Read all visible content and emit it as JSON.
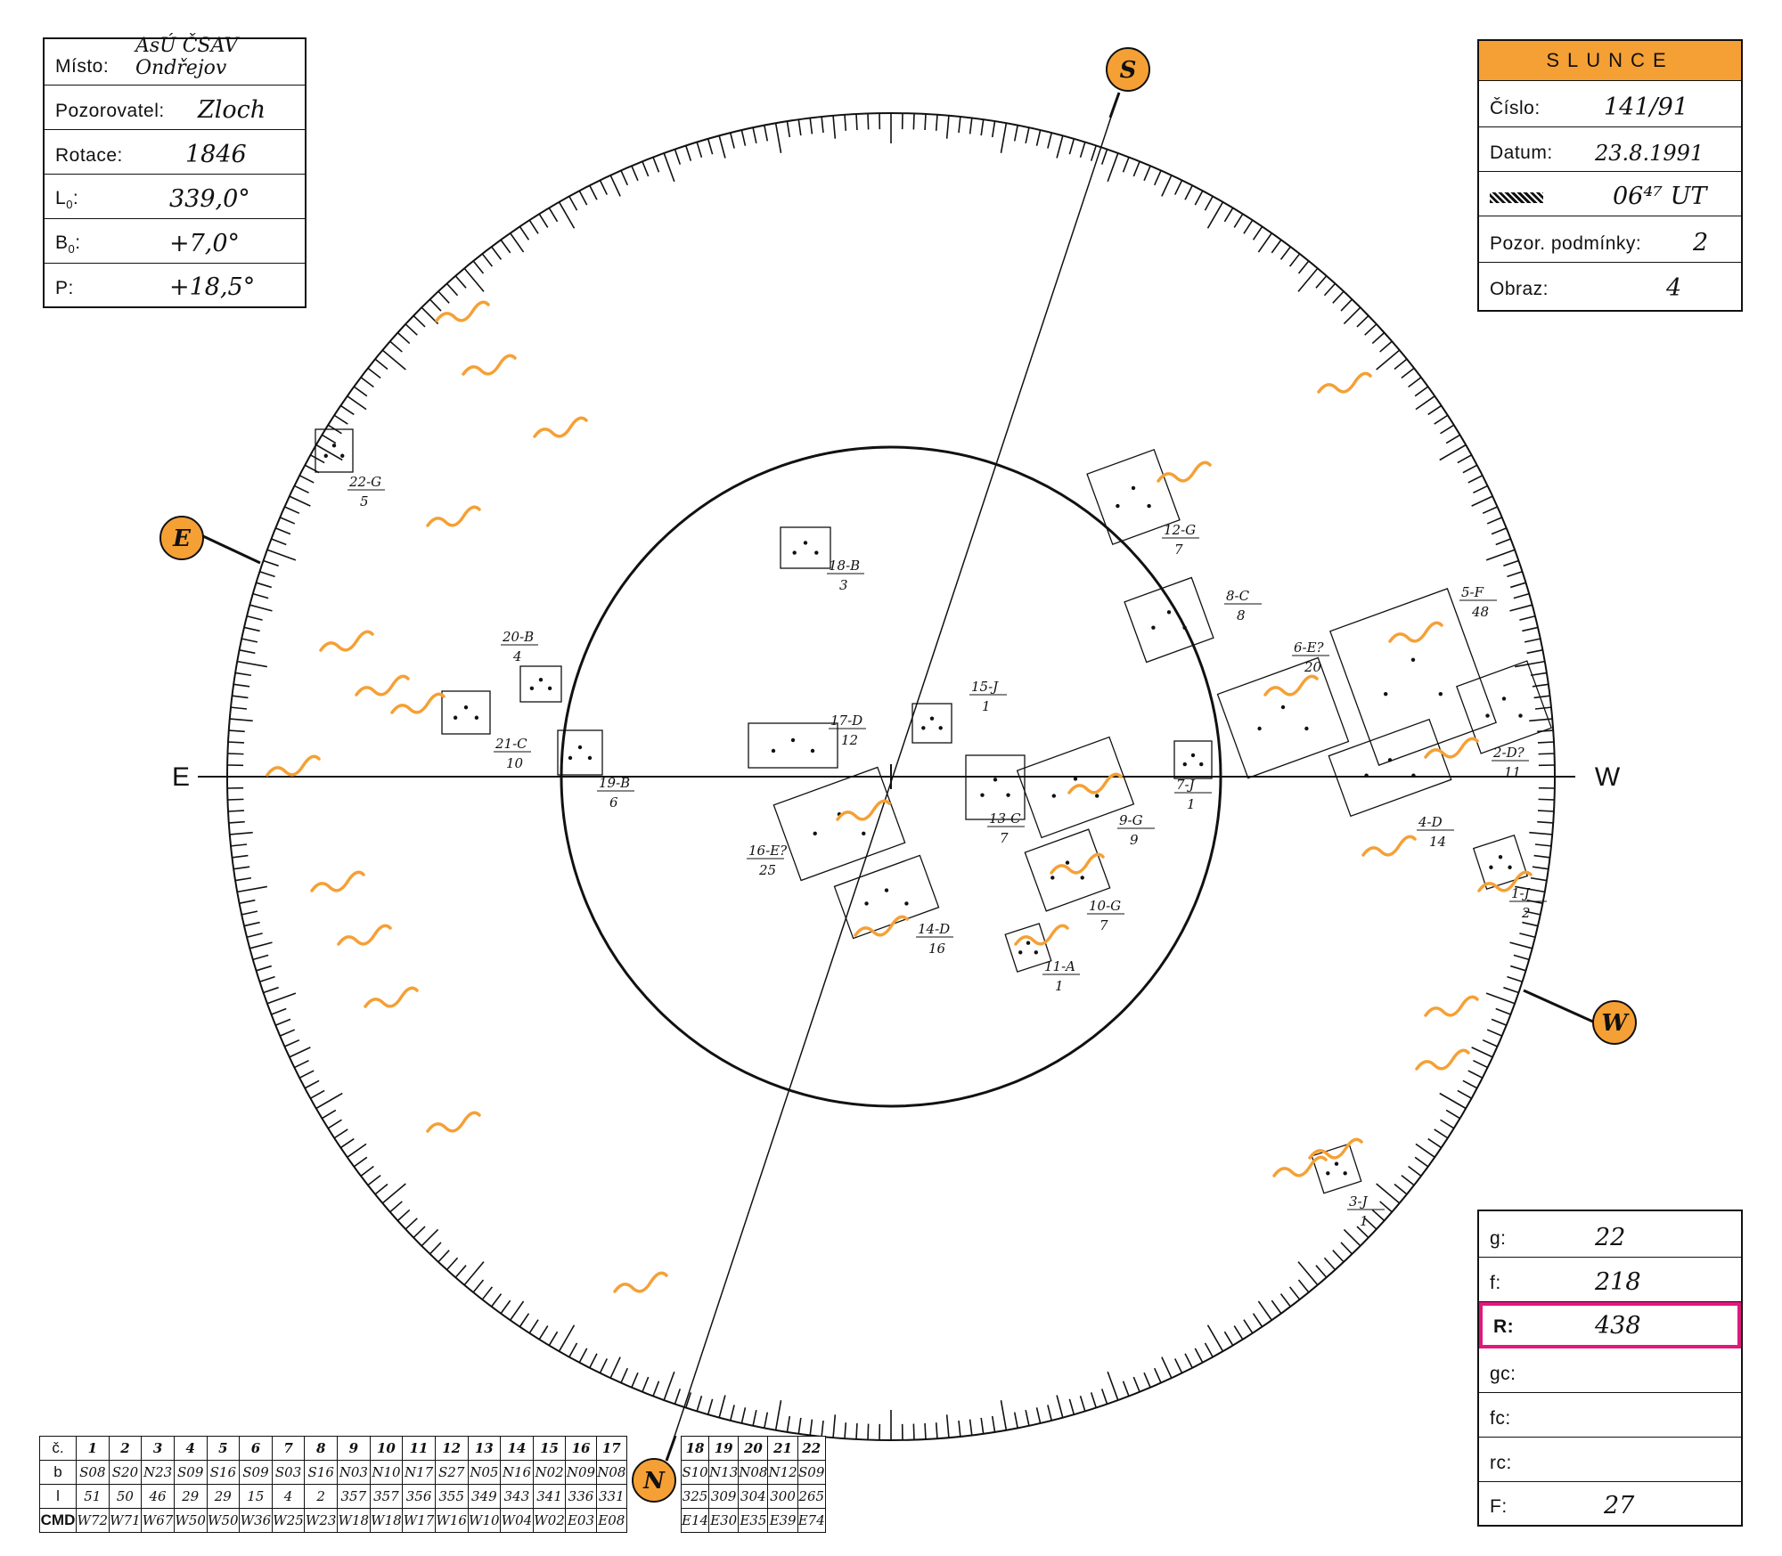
{
  "left_panel": {
    "rows": [
      {
        "label": "Místo:",
        "value": "AsÚ ČSAV Ondřejov"
      },
      {
        "label": "Pozorovatel:",
        "value": "Zloch"
      },
      {
        "label": "Rotace:",
        "value": "1846"
      },
      {
        "label": "L",
        "sub": "0",
        "colon": ":",
        "value": "339,0°"
      },
      {
        "label": "B",
        "sub": "0",
        "colon": ":",
        "value": "+7,0°"
      },
      {
        "label": "P:",
        "value": "+18,5°"
      }
    ]
  },
  "right_panel": {
    "title": "SLUNCE",
    "rows": [
      {
        "label": "Číslo:",
        "value": "141/91"
      },
      {
        "label": "Datum:",
        "value": "23.8.1991"
      },
      {
        "label": "",
        "value": "06⁴⁷ UT"
      },
      {
        "label": "Pozor. podmínky:",
        "value": "2"
      },
      {
        "label": "Obraz:",
        "value": "4"
      }
    ]
  },
  "totals_panel": {
    "rows": [
      {
        "label": "g:",
        "value": "22"
      },
      {
        "label": "f:",
        "value": "218"
      },
      {
        "label": "R:",
        "value": "438"
      },
      {
        "label": "gc:",
        "value": ""
      },
      {
        "label": "fc:",
        "value": ""
      },
      {
        "label": "rc:",
        "value": ""
      },
      {
        "label": "F:",
        "value": "27"
      }
    ]
  },
  "compass": {
    "S": "S",
    "E": "E",
    "N": "N",
    "W": "W",
    "axis_left": "E",
    "axis_right": "W"
  },
  "groups_table": {
    "row_labels": [
      "č.",
      "b",
      "l",
      "CMD"
    ],
    "cols": [
      {
        "n": "1",
        "b": "S08",
        "l": "51",
        "cmd": "W72"
      },
      {
        "n": "2",
        "b": "S20",
        "l": "50",
        "cmd": "W71"
      },
      {
        "n": "3",
        "b": "N23",
        "l": "46",
        "cmd": "W67"
      },
      {
        "n": "4",
        "b": "S09",
        "l": "29",
        "cmd": "W50"
      },
      {
        "n": "5",
        "b": "S16",
        "l": "29",
        "cmd": "W50"
      },
      {
        "n": "6",
        "b": "S09",
        "l": "15",
        "cmd": "W36"
      },
      {
        "n": "7",
        "b": "S03",
        "l": "4",
        "cmd": "W25"
      },
      {
        "n": "8",
        "b": "S16",
        "l": "2",
        "cmd": "W23"
      },
      {
        "n": "9",
        "b": "N03",
        "l": "357",
        "cmd": "W18"
      },
      {
        "n": "10",
        "b": "N10",
        "l": "357",
        "cmd": "W18"
      },
      {
        "n": "11",
        "b": "N17",
        "l": "356",
        "cmd": "W17"
      },
      {
        "n": "12",
        "b": "S27",
        "l": "355",
        "cmd": "W16"
      },
      {
        "n": "13",
        "b": "N05",
        "l": "349",
        "cmd": "W10"
      },
      {
        "n": "14",
        "b": "N16",
        "l": "343",
        "cmd": "W04"
      },
      {
        "n": "15",
        "b": "N02",
        "l": "341",
        "cmd": "W02"
      },
      {
        "n": "16",
        "b": "N09",
        "l": "336",
        "cmd": "E03"
      },
      {
        "n": "17",
        "b": "N08",
        "l": "331",
        "cmd": "E08"
      }
    ],
    "cols2": [
      {
        "n": "18",
        "b": "S10",
        "l": "325",
        "cmd": "E14"
      },
      {
        "n": "19",
        "b": "N13",
        "l": "309",
        "cmd": "E30"
      },
      {
        "n": "20",
        "b": "N08",
        "l": "304",
        "cmd": "E35"
      },
      {
        "n": "21",
        "b": "N12",
        "l": "300",
        "cmd": "E39"
      },
      {
        "n": "22",
        "b": "S09",
        "l": "265",
        "cmd": "E74"
      }
    ]
  },
  "spot_groups": [
    {
      "label": "1-J",
      "count": "2"
    },
    {
      "label": "2-D?",
      "count": "11"
    },
    {
      "label": "3-J",
      "count": "1"
    },
    {
      "label": "4-D",
      "count": "14"
    },
    {
      "label": "5-F",
      "count": "48"
    },
    {
      "label": "6-E?",
      "count": "20"
    },
    {
      "label": "7-J",
      "count": "1"
    },
    {
      "label": "8-C",
      "count": "8"
    },
    {
      "label": "9-G",
      "count": "9"
    },
    {
      "label": "10-G",
      "count": "7"
    },
    {
      "label": "11-A",
      "count": "1"
    },
    {
      "label": "12-G",
      "count": "7"
    },
    {
      "label": "13-C",
      "count": "7"
    },
    {
      "label": "14-D",
      "count": "16"
    },
    {
      "label": "15-J",
      "count": "1"
    },
    {
      "label": "16-E?",
      "count": "25"
    },
    {
      "label": "17-D",
      "count": "12"
    },
    {
      "label": "18-B",
      "count": "3"
    },
    {
      "label": "19-B",
      "count": "6"
    },
    {
      "label": "20-B",
      "count": "4"
    },
    {
      "label": "21-C",
      "count": "10"
    },
    {
      "label": "22-G",
      "count": "5"
    }
  ],
  "colors": {
    "accent": "#f5a035",
    "highlight": "#e0197d",
    "ink": "#111111"
  }
}
